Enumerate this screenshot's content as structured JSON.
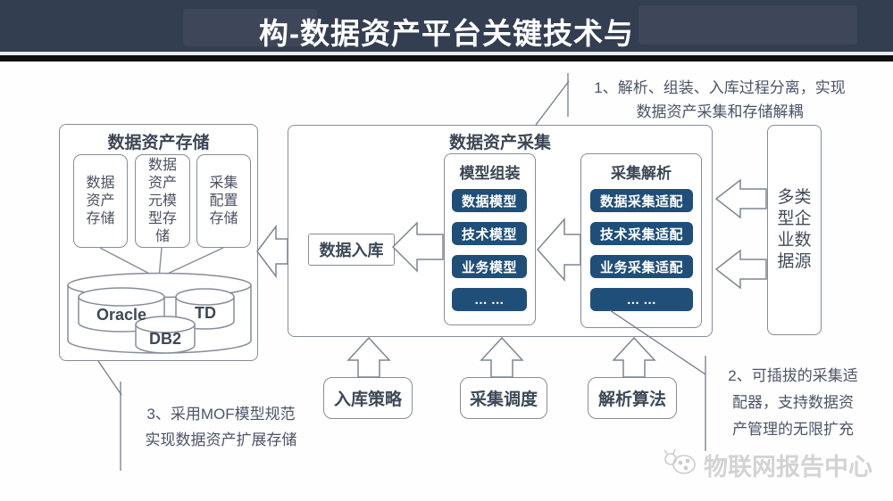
{
  "header": {
    "title": "构-数据资产平台关键技术与"
  },
  "storage": {
    "title": "数据资产存储",
    "sub_boxes": [
      "数据资产存储",
      "数据资产元模型存储",
      "采集配置存储"
    ],
    "databases": [
      "Oracle",
      "TD",
      "DB2"
    ]
  },
  "collection": {
    "title": "数据资产采集",
    "ingest_label": "数据入库",
    "model_panel": {
      "title": "模型组装",
      "items": [
        "数据模型",
        "技术模型",
        "业务模型",
        "... ..."
      ]
    },
    "parse_panel": {
      "title": "采集解析",
      "items": [
        "数据采集适配",
        "技术采集适配",
        "业务采集适配",
        "... ..."
      ]
    }
  },
  "datasource": {
    "label": "多类型企业数据源"
  },
  "bottom_boxes": [
    "入库策略",
    "采集调度",
    "解析算法"
  ],
  "annotations": {
    "n1": [
      "1、解析、组装、入库过程分离，实现",
      "数据资产采集和存储解耦"
    ],
    "n2": [
      "2、可插拔的采集适",
      "配器，支持数据资",
      "产管理的无限扩充"
    ],
    "n3": [
      "3、采用MOF模型规范",
      "实现数据资产扩展存储"
    ]
  },
  "watermark": {
    "label": "物联网报告中心"
  },
  "colors": {
    "header_bg": "#333e51",
    "accent_navy": "#1f4e79",
    "line_gray": "#868d98"
  }
}
